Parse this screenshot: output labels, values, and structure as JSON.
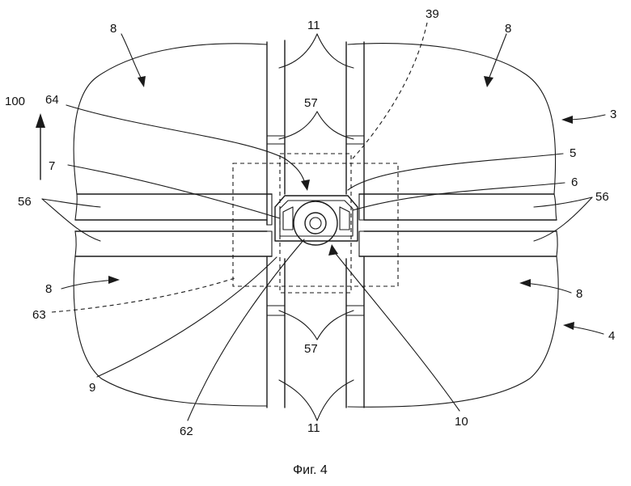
{
  "figure": {
    "caption": "Фиг. 4",
    "labels": {
      "l8a": "8",
      "l8b": "8",
      "l8c": "8",
      "l8d": "8",
      "l11top": "11",
      "l11bot": "11",
      "l39": "39",
      "l57top": "57",
      "l57bot": "57",
      "l100": "100",
      "l64": "64",
      "l3": "3",
      "l5": "5",
      "l7": "7",
      "l6": "6",
      "l56left": "56",
      "l56right": "56",
      "l63": "63",
      "l4": "4",
      "l9": "9",
      "l62": "62",
      "l10": "10"
    }
  }
}
